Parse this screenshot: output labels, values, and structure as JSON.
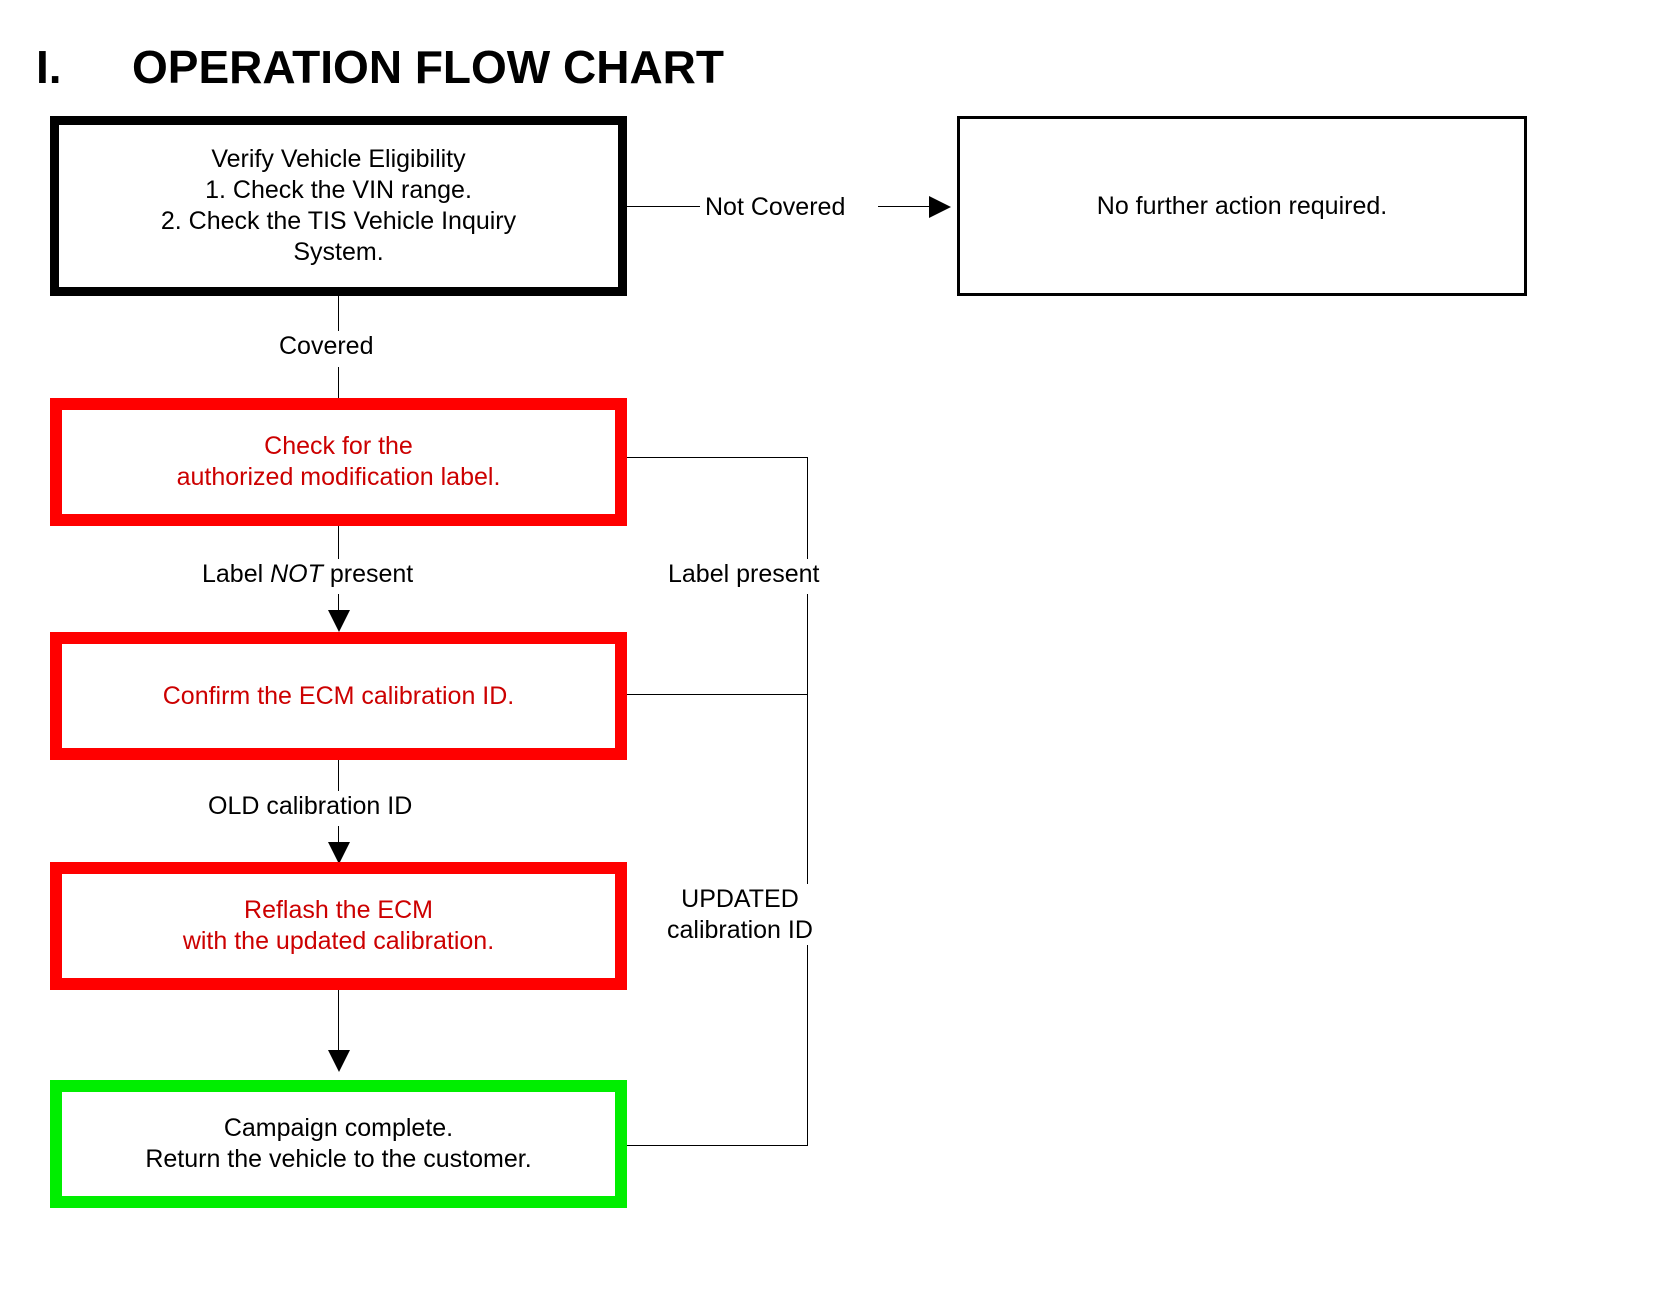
{
  "page": {
    "title_numeral": "I.",
    "title_text": "OPERATION FLOW CHART",
    "background_color": "#FFFFFF"
  },
  "colors": {
    "black": "#000000",
    "red": "#FF0000",
    "red_text": "#CC0000",
    "green": "#00EE00",
    "white": "#FFFFFF"
  },
  "chart_data": {
    "type": "diagram",
    "diagram_type": "flowchart",
    "title": "I.   OPERATION FLOW CHART",
    "nodes": [
      {
        "id": "verify",
        "label": "Verify Vehicle Eligibility\n1. Check the VIN range.\n2. Check the TIS Vehicle Inquiry System.",
        "border_color": "#000000",
        "border_weight": "thick",
        "text_color": "#000000"
      },
      {
        "id": "no-action",
        "label": "No further action required.",
        "border_color": "#000000",
        "border_weight": "thin",
        "text_color": "#000000"
      },
      {
        "id": "check-label",
        "label": "Check for the\nauthorized modification label.",
        "border_color": "#FF0000",
        "border_weight": "thick",
        "text_color": "#CC0000"
      },
      {
        "id": "confirm-ecm",
        "label": "Confirm the ECM calibration ID.",
        "border_color": "#FF0000",
        "border_weight": "thick",
        "text_color": "#CC0000"
      },
      {
        "id": "reflash-ecm",
        "label": "Reflash the ECM\nwith the updated calibration.",
        "border_color": "#FF0000",
        "border_weight": "thick",
        "text_color": "#CC0000"
      },
      {
        "id": "complete",
        "label": "Campaign complete.\nReturn the vehicle to the customer.",
        "border_color": "#00EE00",
        "border_weight": "thick",
        "text_color": "#000000"
      }
    ],
    "edges": [
      {
        "from": "verify",
        "to": "no-action",
        "label": "Not Covered"
      },
      {
        "from": "verify",
        "to": "check-label",
        "label": "Covered"
      },
      {
        "from": "check-label",
        "to": "confirm-ecm",
        "label": "Label NOT present"
      },
      {
        "from": "check-label",
        "to": "complete",
        "label": "Label present"
      },
      {
        "from": "confirm-ecm",
        "to": "reflash-ecm",
        "label": "OLD calibration ID"
      },
      {
        "from": "confirm-ecm",
        "to": "complete",
        "label": "UPDATED calibration ID"
      },
      {
        "from": "reflash-ecm",
        "to": "complete",
        "label": ""
      }
    ]
  },
  "nodes": {
    "verify": {
      "line1": "Verify Vehicle Eligibility",
      "line2": "1. Check the VIN range.",
      "line3": "2. Check the TIS Vehicle Inquiry",
      "line4": "System."
    },
    "no_action": {
      "line1": "No further action required."
    },
    "check_label": {
      "line1": "Check for the",
      "line2": "authorized modification label."
    },
    "confirm_ecm": {
      "line1": "Confirm the ECM calibration ID."
    },
    "reflash_ecm": {
      "line1": "Reflash the ECM",
      "line2": "with the updated calibration."
    },
    "complete": {
      "line1": "Campaign complete.",
      "line2": "Return the vehicle to the customer."
    }
  },
  "edge_labels": {
    "not_covered": "Not Covered",
    "covered": "Covered",
    "label_not_present_pre": "Label ",
    "label_not_present_em": "NOT",
    "label_not_present_post": " present",
    "label_present": "Label present",
    "old_calibration_id": "OLD calibration ID",
    "updated_calibration_line1": "UPDATED",
    "updated_calibration_line2": "calibration ID"
  }
}
